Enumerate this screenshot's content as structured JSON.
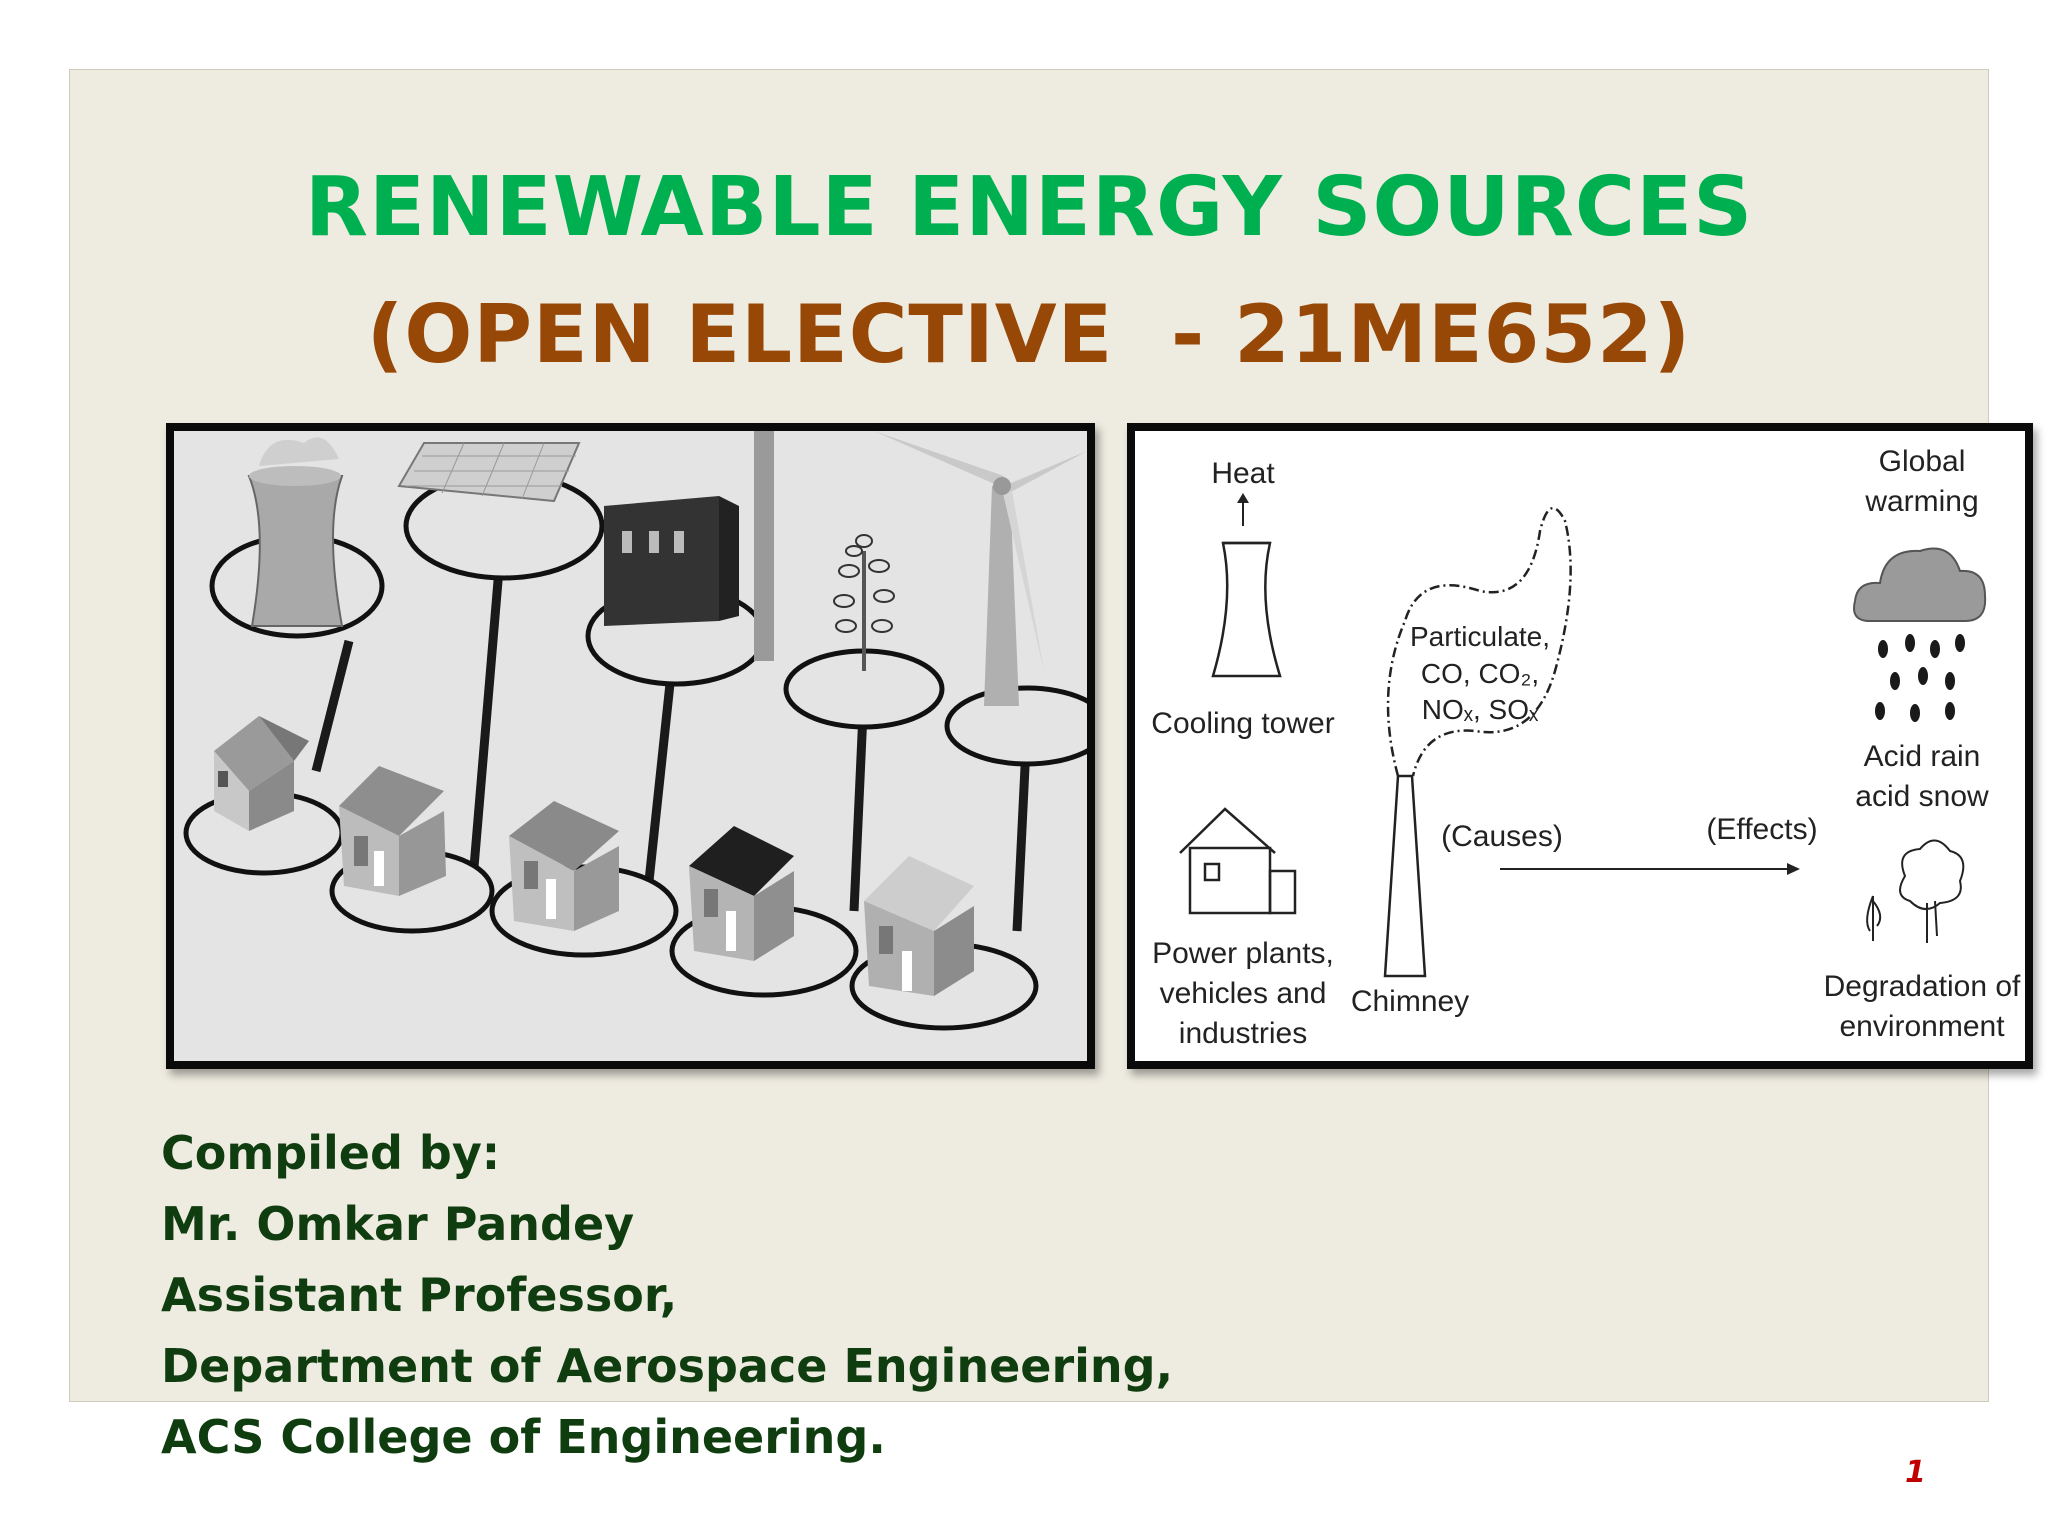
{
  "slide": {
    "title": "RENEWABLE ENERGY SOURCES",
    "subtitle": "(OPEN ELECTIVE  - 21ME652)",
    "page_number": "1"
  },
  "credits": {
    "heading": "Compiled by:",
    "name": "Mr. Omkar Pandey",
    "position": "Assistant Professor,",
    "department": "Department of Aerospace Engineering,",
    "college": "ACS College of Engineering."
  },
  "pollution_diagram": {
    "heat": "Heat",
    "cooling_tower": "Cooling tower",
    "power_plants_line1": "Power plants,",
    "power_plants_line2": "vehicles and",
    "power_plants_line3": "industries",
    "chimney": "Chimney",
    "causes": "(Causes)",
    "effects": "(Effects)",
    "global_warming_line1": "Global",
    "global_warming_line2": "warming",
    "acid_rain_line1": "Acid rain",
    "acid_rain_line2": "acid snow",
    "degradation_line1": "Degradation of",
    "degradation_line2": "environment"
  }
}
